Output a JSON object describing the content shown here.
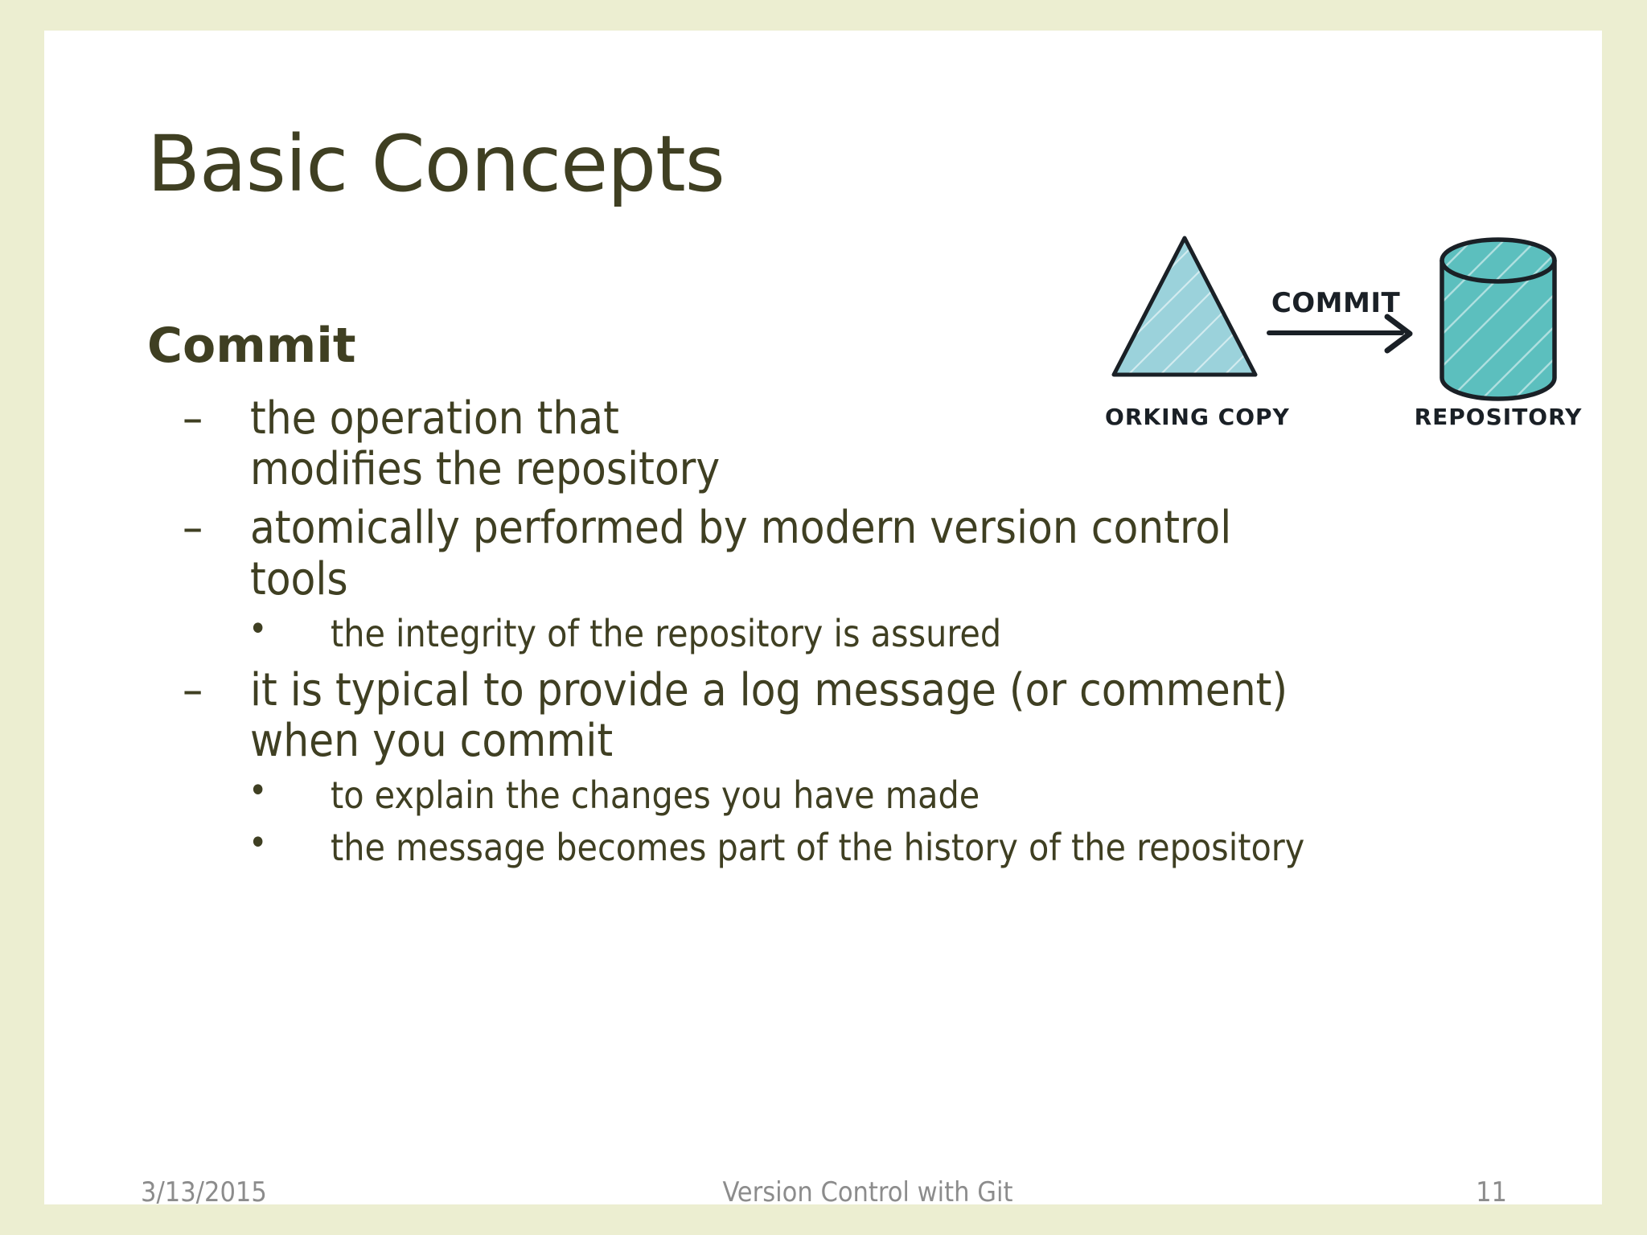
{
  "theme": {
    "outer_background": "#ECEED1",
    "slide_background": "#FFFFFF",
    "text_color": "#3F3F22",
    "footer_color": "#8C8C8C",
    "figure_fill_triangle": "#9BD2DB",
    "figure_fill_cylinder": "#5CBFBE",
    "figure_outline": "#1A2026"
  },
  "slide": {
    "title": "Basic Concepts",
    "heading": "Commit",
    "bullets": [
      {
        "level": 2,
        "marker": "–",
        "marker_name": "en-dash-bullet",
        "lines": [
          "the operation that",
          "modifies the repository"
        ]
      },
      {
        "level": 2,
        "marker": "–",
        "marker_name": "en-dash-bullet",
        "lines": [
          "atomically performed by modern version control",
          "tools"
        ]
      },
      {
        "level": 3,
        "marker": "•",
        "marker_name": "round-bullet",
        "lines": [
          "the integrity of the repository is assured"
        ]
      },
      {
        "level": 2,
        "marker": "–",
        "marker_name": "en-dash-bullet",
        "lines": [
          "it is typical to provide a log message (or comment)",
          "when you commit"
        ]
      },
      {
        "level": 3,
        "marker": "•",
        "marker_name": "round-bullet",
        "lines": [
          "to explain the changes you have made"
        ]
      },
      {
        "level": 3,
        "marker": "•",
        "marker_name": "round-bullet",
        "lines": [
          "the message becomes part of the history of the repository"
        ]
      }
    ]
  },
  "figure": {
    "name": "commit-diagram",
    "working_copy_label": "WORKING COPY",
    "arrow_label": "COMMIT",
    "repository_label": "REPOSITORY"
  },
  "footer": {
    "date": "3/13/2015",
    "title": "Version Control with Git",
    "page_number": "11"
  }
}
